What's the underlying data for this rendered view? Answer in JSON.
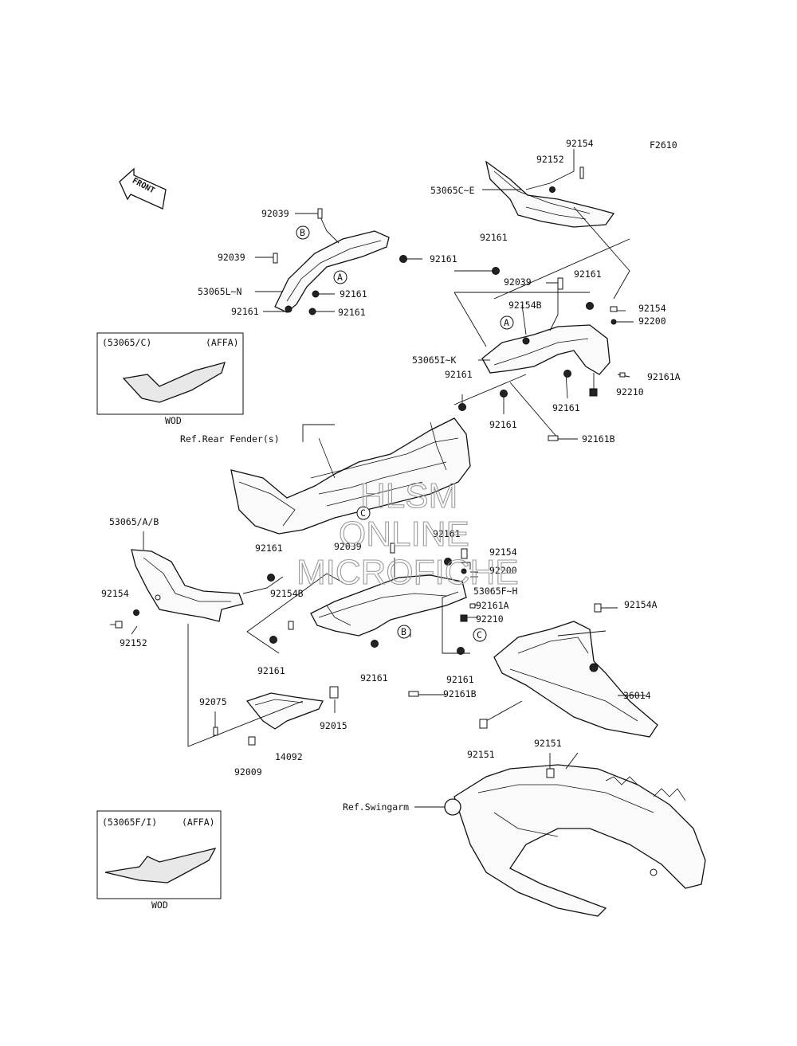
{
  "figure_code": "F2610",
  "front_arrow_text": "FRONT",
  "watermark": {
    "line1": "HLSM",
    "line2": "ONLINE",
    "line3": "MICROFICHE"
  },
  "insets": [
    {
      "title": "(53065/C)",
      "code": "(AFFA)",
      "caption": "WOD"
    },
    {
      "title": "(53065F/I)",
      "code": "(AFFA)",
      "caption": "WOD"
    }
  ],
  "refs": {
    "B1": "B",
    "A1": "A",
    "A2": "A",
    "C1": "C",
    "B2": "B",
    "C2": "C"
  },
  "labels": {
    "l_92154_top": "92154",
    "l_92152_top": "92152",
    "l_53065CE": "53065C~E",
    "l_92039_a": "92039",
    "l_92039_b": "92039",
    "l_92161_a": "92161",
    "l_53065LN": "53065L~N",
    "l_92161_b": "92161",
    "l_92161_c": "92161",
    "l_92161_d": "92161",
    "l_92161_e": "92161",
    "l_92039_c": "92039",
    "l_92161_f": "92161",
    "l_92154B_a": "92154B",
    "l_92154_r": "92154",
    "l_92200_r": "92200",
    "l_53065IK": "53065I~K",
    "l_92161A_r": "92161A",
    "l_92161_g": "92161",
    "l_92210_r": "92210",
    "l_92161_h": "92161",
    "l_92161_i": "92161",
    "l_92161B_r": "92161B",
    "l_ref_rear_fender": "Ref.Rear Fender(s)",
    "l_53065AB": "53065/A/B",
    "l_92161_j": "92161",
    "l_92039_d": "92039",
    "l_92161_k": "92161",
    "l_92154_m": "92154",
    "l_92200_m": "92200",
    "l_92154_left": "92154",
    "l_92154B_b": "92154B",
    "l_53065FH": "53065F~H",
    "l_92161A_m": "92161A",
    "l_92152_left": "92152",
    "l_92210_m": "92210",
    "l_92154A": "92154A",
    "l_92161_l": "92161",
    "l_92161_m": "92161",
    "l_92161_n": "92161",
    "l_92161B_m": "92161B",
    "l_36014": "36014",
    "l_92075": "92075",
    "l_92015": "92015",
    "l_14092": "14092",
    "l_92009": "92009",
    "l_92151_a": "92151",
    "l_92151_b": "92151",
    "l_ref_swingarm": "Ref.Swingarm"
  }
}
